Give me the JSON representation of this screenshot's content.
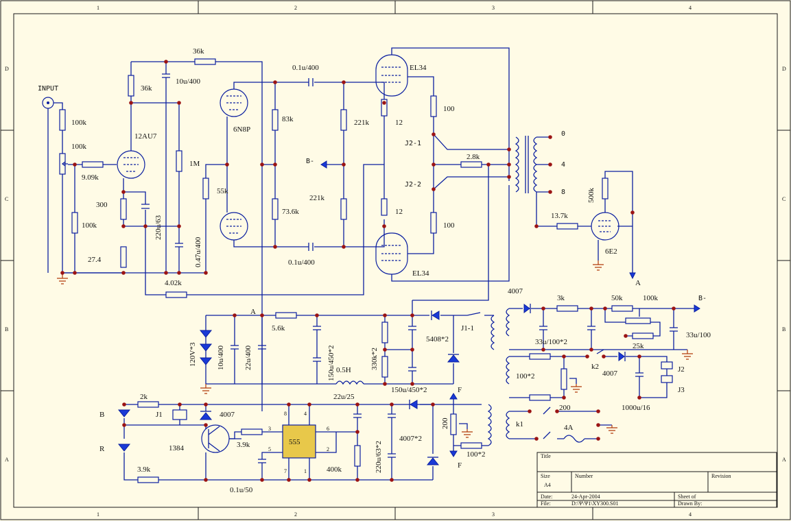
{
  "frame": {
    "cols": [
      "1",
      "2",
      "3",
      "4"
    ],
    "rows": [
      "D",
      "C",
      "B",
      "A"
    ]
  },
  "labels": {
    "input": "INPUT",
    "r_100k_a": "100k",
    "r_100k_b": "100k",
    "r_9_09k": "9.09k",
    "r_100k_c": "100k",
    "r_300": "300",
    "r_27_4": "27.4",
    "r_36k_a": "36k",
    "r_36k_b": "36k",
    "c_10u400": "10u/400",
    "tube_12au7": "12AU7",
    "c_220u63": "220u/63",
    "r_1m": "1M",
    "c_047u400": "0.47u/400",
    "tube_6n8p": "6N8P",
    "r_55k": "55k",
    "r_4_02k": "4.02k",
    "c_01u400_a": "0.1u/400",
    "c_01u400_b": "0.1u/400",
    "r_83k": "83k",
    "r_73_6k": "73.6k",
    "r_221k_a": "221k",
    "r_221k_b": "221k",
    "b_minus_a": "B-",
    "tube_el34_a": "EL34",
    "tube_el34_b": "EL34",
    "r_12_a": "12",
    "r_12_b": "12",
    "r_100_a": "100",
    "r_100_b": "100",
    "j2_1": "J2-1",
    "j2_2": "J2-2",
    "r_2_8k": "2.8k",
    "tap_0": "0",
    "tap_4": "4",
    "tap_8": "8",
    "r_500k": "500k",
    "r_13_7k": "13.7k",
    "tube_6e2": "6E2",
    "node_a": "A",
    "d_4007_a": "4007",
    "r_3k": "3k",
    "r_50k": "50k",
    "r_100k_d": "100k",
    "b_minus_b": "B-",
    "c_33u100x2": "33u/100*2",
    "c_33u100": "33u/100",
    "r_25k": "25k",
    "k2": "k2",
    "d_4007_b": "4007",
    "j2": "J2",
    "j3": "J3",
    "r_100x2_a": "100*2",
    "r_200": "200",
    "c_1000u16": "1000u/16",
    "node_a2": "A",
    "r_5_6k": "5.6k",
    "d_5408x2": "5408*2",
    "j1_1": "J1-1",
    "zener_120v3": "120V*3",
    "c_10u400_b": "10u/400",
    "c_22u400": "22u/400",
    "c_150u450x2_a": "150u/450*2",
    "r_330kx2": "330k*2",
    "l_05h": "0.5H",
    "c_22u25": "22u/25",
    "c_150u450x2_b": "150u/450*2",
    "f_a": "F",
    "f_b": "F",
    "led_b": "B",
    "led_r": "R",
    "r_2k": "2k",
    "j1": "J1",
    "d_4007_c": "4007",
    "q_1384": "1384",
    "r_3_9k_a": "3.9k",
    "r_3_9k_b": "3.9k",
    "ic_555": "555",
    "pin_8": "8",
    "pin_4": "4",
    "pin_3": "3",
    "pin_5": "5",
    "pin_6": "6",
    "pin_2": "2",
    "pin_7": "7",
    "pin_1": "1",
    "c_01u50": "0.1u/50",
    "r_400k": "400k",
    "c_220u63x2": "220u/63*2",
    "d_4007x2": "4007*2",
    "r_200_b": "200",
    "r_100x2_b": "100*2",
    "k1": "k1",
    "fuse_4a": "4A"
  },
  "title_block": {
    "title": "Title",
    "size": "Size",
    "size_val": "A4",
    "number": "Number",
    "revision": "Revision",
    "date": "Date:",
    "date_val": "24-Apr-2004",
    "sheet": "Sheet  of",
    "file": "File:",
    "file_val": "D:\\Ѱ\\Ѱ1\\XY300.S01",
    "drawn": "Drawn By:"
  }
}
